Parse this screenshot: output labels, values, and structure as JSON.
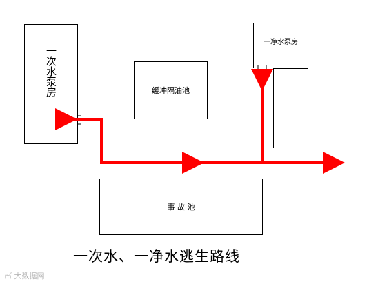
{
  "diagram": {
    "pump_room_primary": "一次水泵房",
    "buffer_oil_tank": "缓冲隔油池",
    "pump_room_clean": "一净水泵房",
    "accident_pool": "事 故 池",
    "caption": "一次水、一净水逃生路线"
  },
  "colors": {
    "route": "#ff0000",
    "outline": "#000000"
  },
  "watermark": {
    "text": "大数据网"
  }
}
